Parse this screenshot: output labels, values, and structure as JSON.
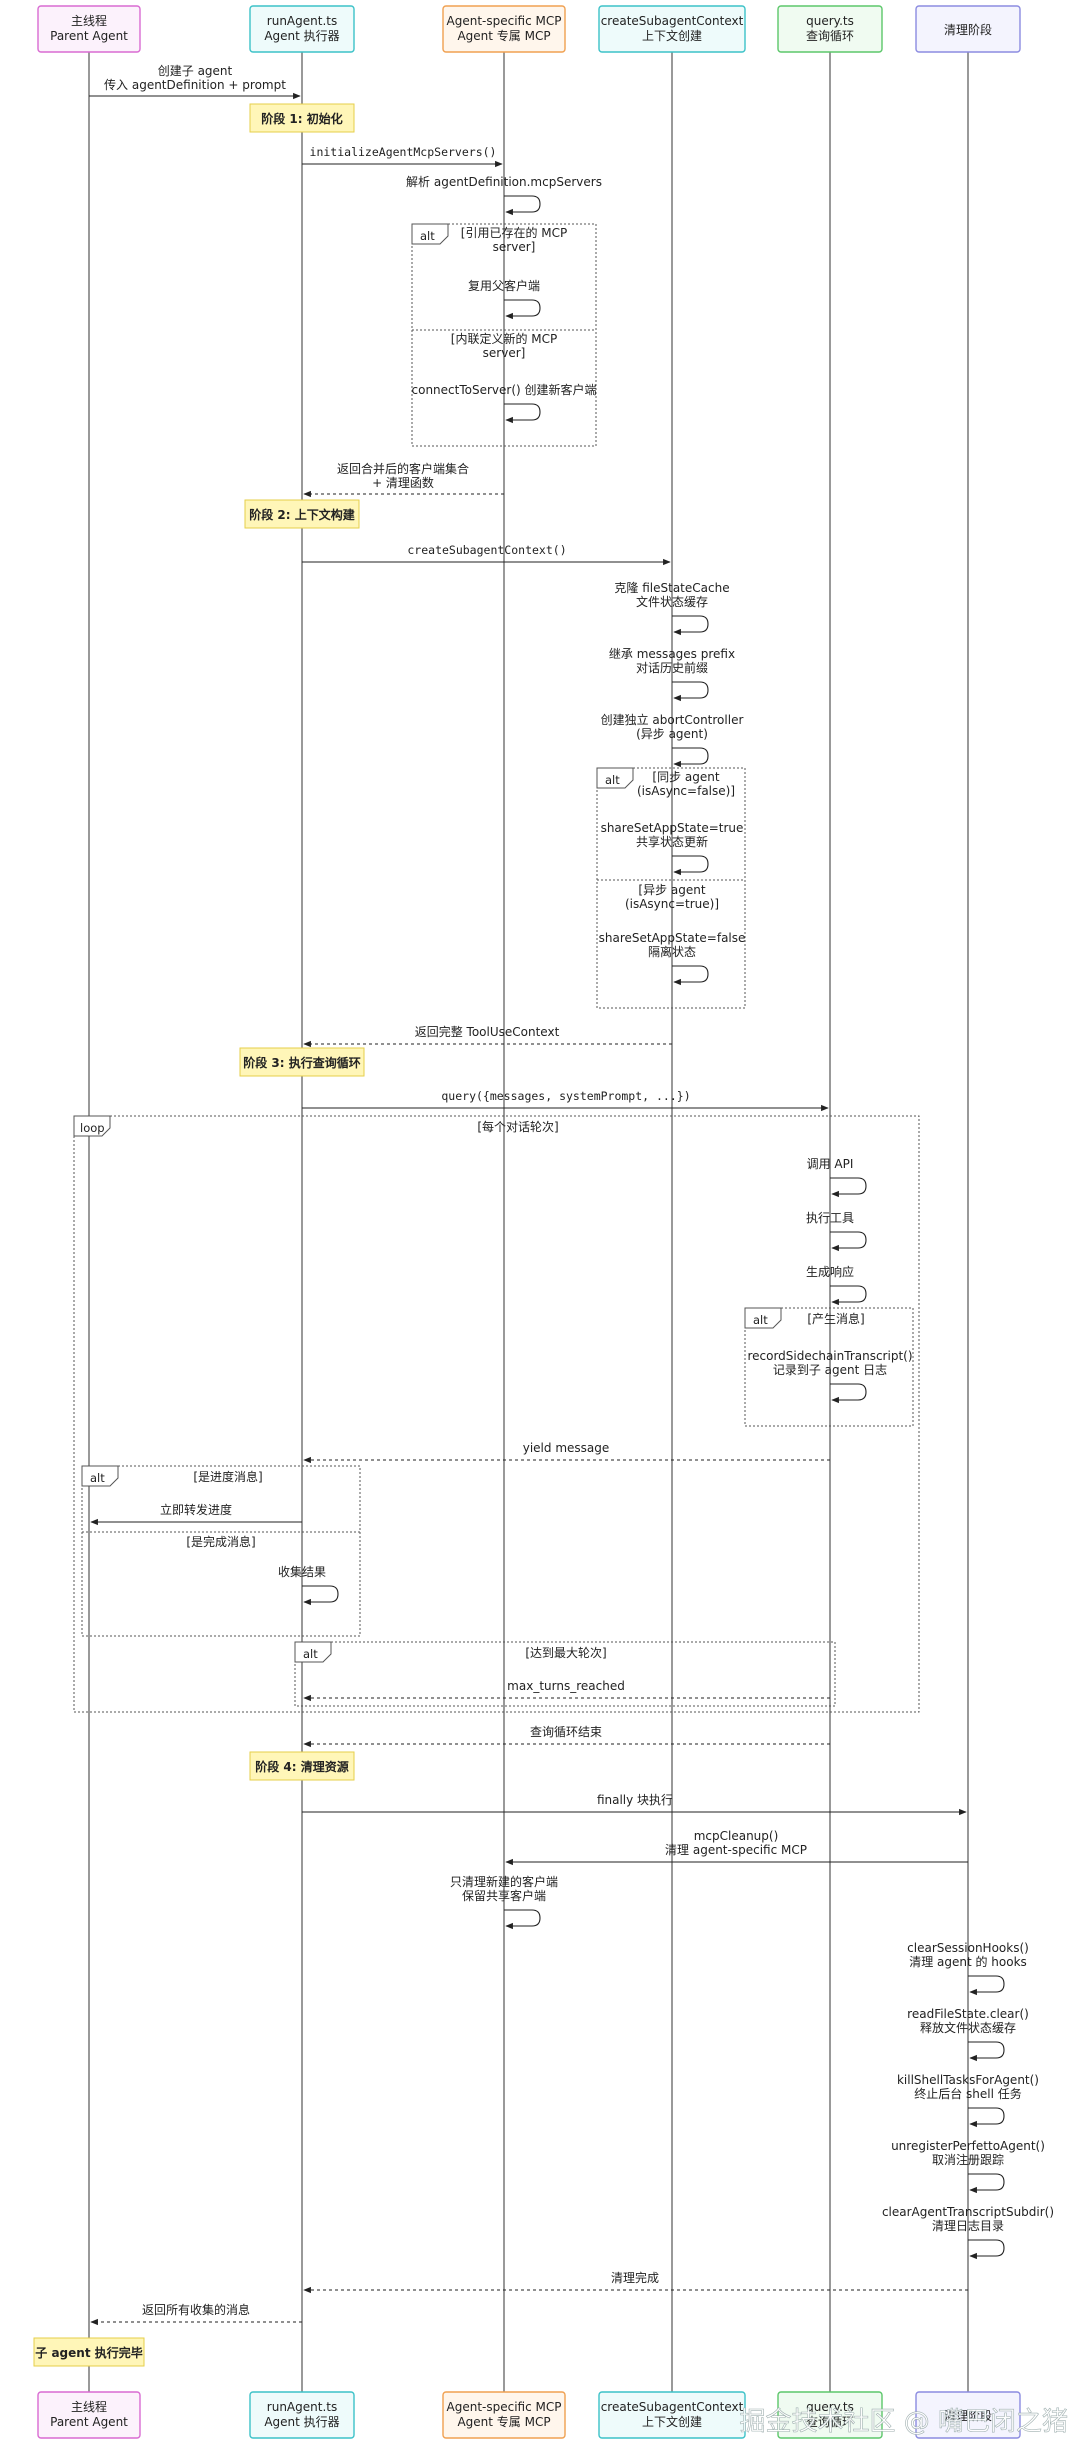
{
  "colors": {
    "parent": "#d96bd2",
    "runAgent": "#3cc2c8",
    "mcp": "#f0a050",
    "context": "#3cc2c8",
    "query": "#5cc76a",
    "cleanup": "#8b8be0",
    "phase_fill": "#fff6b8",
    "phase_stroke": "#e6cf4a"
  },
  "participants": [
    {
      "id": "parent",
      "line1": "主线程",
      "line2": "Parent Agent"
    },
    {
      "id": "runAgent",
      "line1": "runAgent.ts",
      "line2": "Agent 执行器"
    },
    {
      "id": "mcp",
      "line1": "Agent-specific MCP",
      "line2": "Agent 专属 MCP"
    },
    {
      "id": "context",
      "line1": "createSubagentContext",
      "line2": "上下文创建"
    },
    {
      "id": "query",
      "line1": "query.ts",
      "line2": "查询循环"
    },
    {
      "id": "cleanup",
      "line1": "清理阶段",
      "line2": ""
    }
  ],
  "phases": {
    "p1": "阶段 1: 初始化",
    "p2": "阶段 2: 上下文构建",
    "p3": "阶段 3: 执行查询循环",
    "p4": "阶段 4: 清理资源",
    "done": "子 agent 执行完毕"
  },
  "messages": {
    "m1_a": "创建子 agent",
    "m1_b": "传入 agentDefinition + prompt",
    "m2": "initializeAgentMcpServers()",
    "m3": "解析 agentDefinition.mcpServers",
    "alt1_c1_a": "[引用已存在的 MCP",
    "alt1_c1_b": "server]",
    "m4": "复用父客户端",
    "alt1_c2_a": "[内联定义新的 MCP",
    "alt1_c2_b": "server]",
    "m5": "connectToServer() 创建新客户端",
    "m6_a": "返回合并后的客户端集合",
    "m6_b": "+ 清理函数",
    "m7": "createSubagentContext()",
    "m8_a": "克隆 fileStateCache",
    "m8_b": "文件状态缓存",
    "m9_a": "继承 messages prefix",
    "m9_b": "对话历史前缀",
    "m10_a": "创建独立 abortController",
    "m10_b": "(异步 agent)",
    "alt2_c1_a": "[同步 agent",
    "alt2_c1_b": "(isAsync=false)]",
    "m11_a": "shareSetAppState=true",
    "m11_b": "共享状态更新",
    "alt2_c2_a": "[异步 agent",
    "alt2_c2_b": "(isAsync=true)]",
    "m12_a": "shareSetAppState=false",
    "m12_b": "隔离状态",
    "m13": "返回完整 ToolUseContext",
    "m14": "query({messages, systemPrompt, ...})",
    "loop_cond": "[每个对话轮次]",
    "m15": "调用 API",
    "m16": "执行工具",
    "m17": "生成响应",
    "alt3_c1": "[产生消息]",
    "m18_a": "recordSidechainTranscript()",
    "m18_b": "记录到子 agent 日志",
    "m19": "yield message",
    "alt4_c1": "[是进度消息]",
    "m20": "立即转发进度",
    "alt4_c2": "[是完成消息]",
    "m21": "收集结果",
    "alt5_c1": "[达到最大轮次]",
    "m22": "max_turns_reached",
    "m23": "查询循环结束",
    "m24": "finally 块执行",
    "m25_a": "mcpCleanup()",
    "m25_b": "清理 agent-specific MCP",
    "m26_a": "只清理新建的客户端",
    "m26_b": "保留共享客户端",
    "m27_a": "clearSessionHooks()",
    "m27_b": "清理 agent 的 hooks",
    "m28_a": "readFileState.clear()",
    "m28_b": "释放文件状态缓存",
    "m29_a": "killShellTasksForAgent()",
    "m29_b": "终止后台 shell 任务",
    "m30_a": "unregisterPerfettoAgent()",
    "m30_b": "取消注册跟踪",
    "m31_a": "clearAgentTranscriptSubdir()",
    "m31_b": "清理日志目录",
    "m32": "清理完成",
    "m33": "返回所有收集的消息"
  },
  "fragments": {
    "alt": "alt",
    "loop": "loop"
  },
  "watermark": "掘金技术社区 @ 嘴巴闭之猪"
}
